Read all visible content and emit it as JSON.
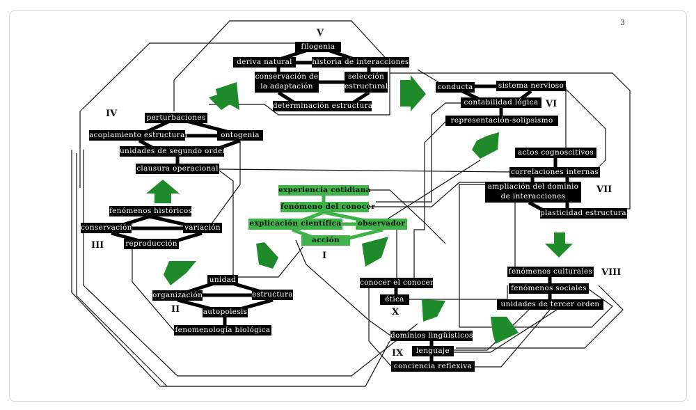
{
  "page_number": "3",
  "numerals": {
    "I": "I",
    "II": "II",
    "III": "III",
    "IV": "IV",
    "V": "V",
    "VI": "VI",
    "VII": "VII",
    "VIII": "VIII",
    "IX": "IX",
    "X": "X"
  },
  "nodes": {
    "filogenia": "filogenia",
    "deriva": "deriva natural",
    "historia": "historia de interacciones",
    "conservacion_adapt": "conservación de la adaptación",
    "seleccion": "selección estructural",
    "determinacion": "determinación estructural",
    "perturbaciones": "perturbaciones",
    "acoplamiento": "acoplamiento estructural",
    "ontogenia": "ontogenia",
    "unidades2": "unidades de segundo orden",
    "clausura": "clausura operacional",
    "conducta": "conducta",
    "sistema": "sistema nervioso",
    "contabilidad": "contabilidad lógica",
    "representacion": "representación-solipsismo",
    "actos": "actos cognoscitivos",
    "correlaciones": "correlaciones internas",
    "ampliacion": "ampliación del dominio de interacciones",
    "plasticidad": "plasticidad estructural",
    "experiencia": "experiencia cotidiana",
    "fenomeno_conocer": "fenómeno del conocer",
    "explicacion": "explicación científica",
    "observador": "observador",
    "accion": "acción",
    "historicos": "fenómenos históricos",
    "conservacion": "conservación",
    "variacion": "variación",
    "reproduccion": "reproducción",
    "unidad": "unidad",
    "organizacion": "organización",
    "estructura": "estructura",
    "autopoiesis": "autopoiesis",
    "fenomenologia": "fenomenología biológica",
    "conocer_conocer": "conocer el conocer",
    "etica": "ética",
    "culturales": "fenómenos culturales",
    "sociales": "fenómenos sociales",
    "unidades3": "unidades de tercer orden",
    "dominios": "dominios lingüísticos",
    "lenguaje": "lenguaje",
    "conciencia": "conciencia reflexiva"
  },
  "colors": {
    "central_cluster": "#3fb24a",
    "arrows": "#1f8a2a",
    "nodes": "#000000"
  }
}
